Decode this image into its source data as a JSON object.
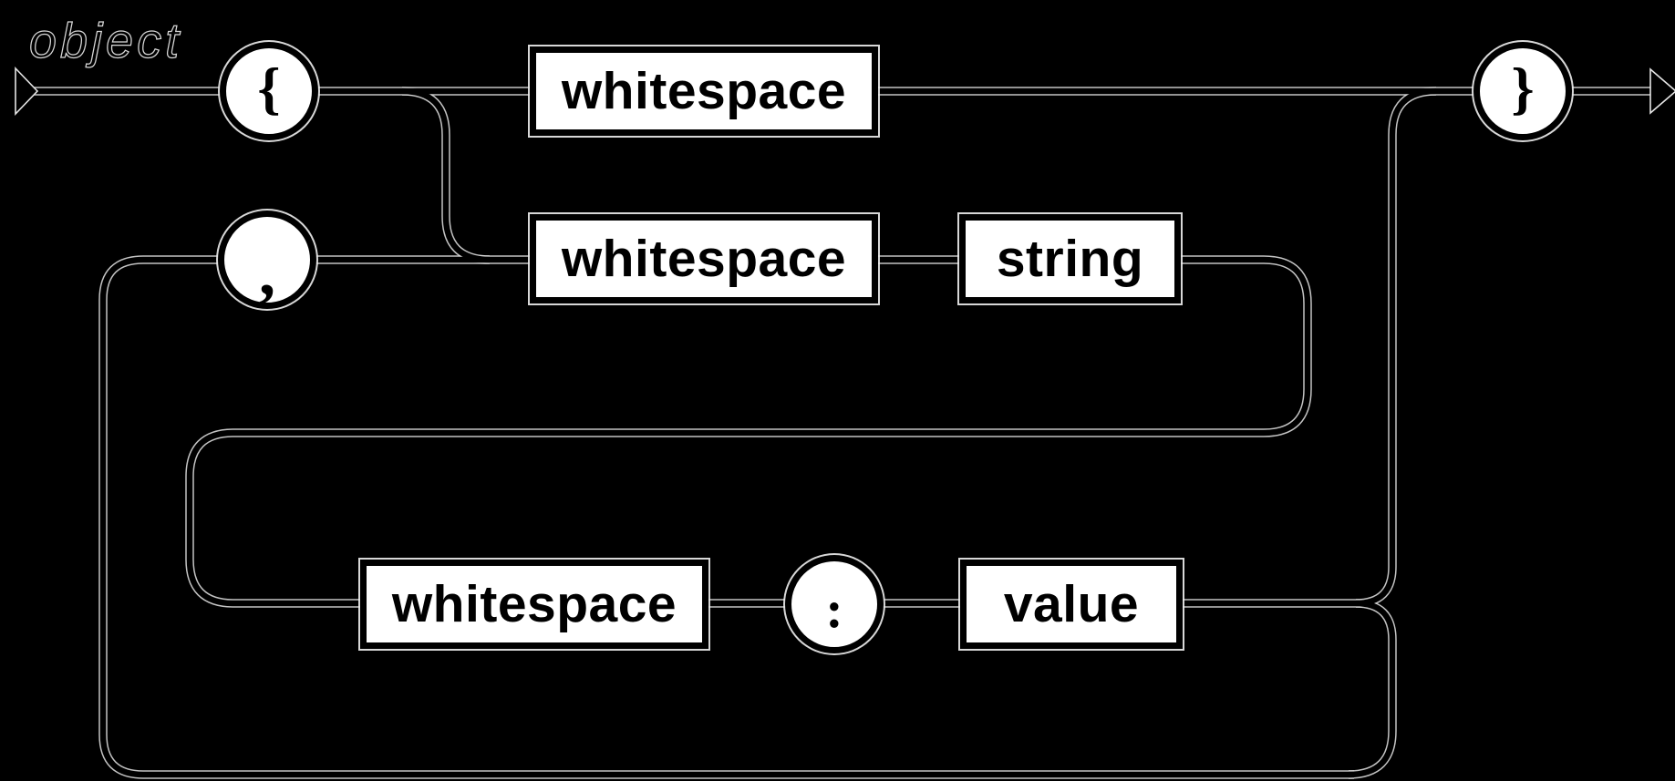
{
  "diagram": {
    "title": "object",
    "type": "railroad-syntax-diagram",
    "nodes": {
      "open_brace": "{",
      "ws_top": "whitespace",
      "close_brace": "}",
      "comma": ",",
      "ws_member": "whitespace",
      "string": "string",
      "ws_value": "whitespace",
      "colon": ":",
      "value": "value"
    },
    "icons": {
      "start": "start-arrow",
      "end": "end-arrow"
    },
    "colors": {
      "background": "#000000",
      "rail": "#000000",
      "rail_halo": "#e6e6e6",
      "node_fill": "#ffffff",
      "node_border": "#000000",
      "label_text": "#000000"
    }
  }
}
